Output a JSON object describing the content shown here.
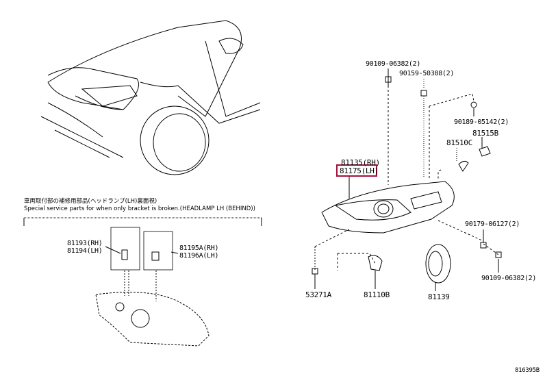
{
  "note": {
    "japanese": "車両取付部の補修用部品(ヘッドランプ(LH)裏面視)",
    "english": "Special service parts for when only bracket is broken.(HEADLAMP LH (BEHIND))"
  },
  "parts": {
    "p1": "90109-06382(2)",
    "p2": "90159-50388(2)",
    "p3": "90189-05142(2)",
    "p4": "81515B",
    "p5": "81510C",
    "p6_rh": "81135(RH)",
    "p6_lh": "81175(LH)",
    "p7": "90179-06127(2)",
    "p8": "90109-06382(2)",
    "p9": "53271A",
    "p10": "81110B",
    "p11": "81139",
    "p12_rh": "81193(RH)",
    "p12_lh": "81194(LH)",
    "p13_rh": "81195A(RH)",
    "p13_lh": "81196A(LH)"
  },
  "highlight_color": "#a3123a",
  "diagram_code": "816395B"
}
